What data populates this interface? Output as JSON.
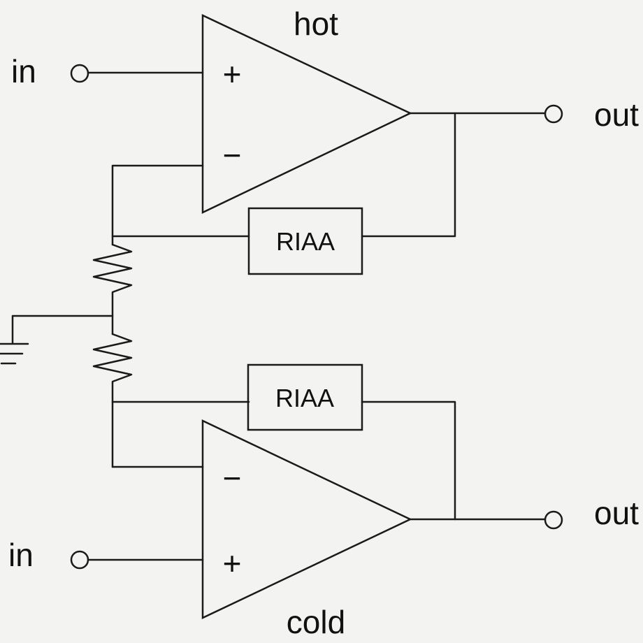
{
  "amps": {
    "top": {
      "name": "hot",
      "plus_symbol": "+",
      "minus_symbol": "−"
    },
    "bottom": {
      "name": "cold",
      "plus_symbol": "+",
      "minus_symbol": "−"
    }
  },
  "feedback": {
    "top_label": "RIAA",
    "bottom_label": "RIAA"
  },
  "terminals": {
    "top_in": "in",
    "top_out": "out",
    "bottom_in": "in",
    "bottom_out": "out"
  }
}
